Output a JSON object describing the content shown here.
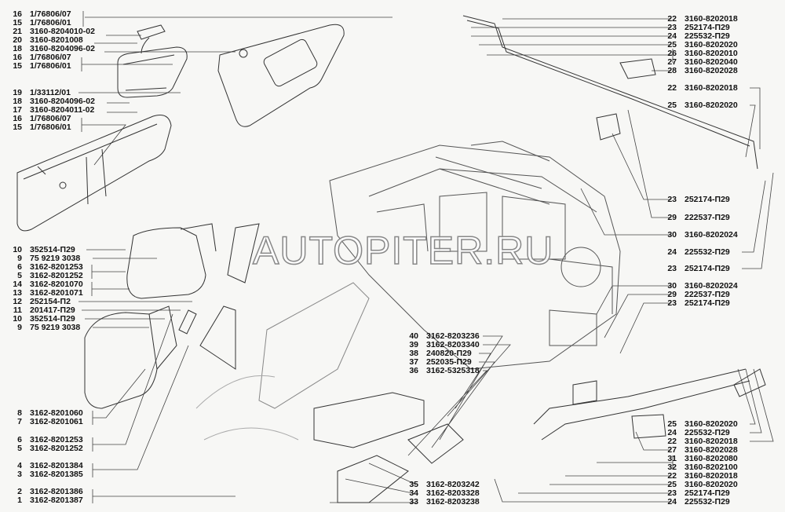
{
  "watermark": "AUTOPITER.RU",
  "callouts": {
    "left_top": [
      {
        "num": "16",
        "part": "1/76806/07"
      },
      {
        "num": "15",
        "part": "1/76806/01"
      },
      {
        "num": "21",
        "part": "3160-8204010-02"
      },
      {
        "num": "20",
        "part": "3160-8201008"
      },
      {
        "num": "18",
        "part": "3160-8204096-02"
      },
      {
        "num": "16",
        "part": "1/76806/07"
      },
      {
        "num": "15",
        "part": "1/76806/01"
      }
    ],
    "left_visor": [
      {
        "num": "19",
        "part": "1/33112/01"
      },
      {
        "num": "18",
        "part": "3160-8204096-02"
      },
      {
        "num": "17",
        "part": "3160-8204011-02"
      },
      {
        "num": "16",
        "part": "1/76806/07"
      },
      {
        "num": "15",
        "part": "1/76806/01"
      }
    ],
    "left_mirror": [
      {
        "num": "10",
        "part": "352514-П29"
      },
      {
        "num": "9",
        "part": "75 9219 3038"
      },
      {
        "num": "6",
        "part": "3162-8201253"
      },
      {
        "num": "5",
        "part": "3162-8201252"
      },
      {
        "num": "14",
        "part": "3162-8201070"
      },
      {
        "num": "13",
        "part": "3162-8201071"
      },
      {
        "num": "12",
        "part": "252154-П2"
      },
      {
        "num": "11",
        "part": "201417-П29"
      },
      {
        "num": "10",
        "part": "352514-П29"
      },
      {
        "num": "9",
        "part": "75 9219 3038"
      }
    ],
    "left_bottom_a": [
      {
        "num": "8",
        "part": "3162-8201060"
      },
      {
        "num": "7",
        "part": "3162-8201061"
      }
    ],
    "left_bottom_b": [
      {
        "num": "6",
        "part": "3162-8201253"
      },
      {
        "num": "5",
        "part": "3162-8201252"
      }
    ],
    "left_bottom_c": [
      {
        "num": "4",
        "part": "3162-8201384"
      },
      {
        "num": "3",
        "part": "3162-8201385"
      }
    ],
    "left_bottom_d": [
      {
        "num": "2",
        "part": "3162-8201386"
      },
      {
        "num": "1",
        "part": "3162-8201387"
      }
    ],
    "right_top": [
      {
        "num": "22",
        "part": "3160-8202018"
      },
      {
        "num": "23",
        "part": "252174-П29"
      },
      {
        "num": "24",
        "part": "225532-П29"
      },
      {
        "num": "25",
        "part": "3160-8202020"
      },
      {
        "num": "26",
        "part": "3160-8202010"
      },
      {
        "num": "27",
        "part": "3160-8202040"
      },
      {
        "num": "28",
        "part": "3160-8202028"
      }
    ],
    "right_r1": [
      {
        "num": "22",
        "part": "3160-8202018"
      }
    ],
    "right_r2": [
      {
        "num": "25",
        "part": "3160-8202020"
      }
    ],
    "right_mid1": [
      {
        "num": "23",
        "part": "252174-П29"
      }
    ],
    "right_mid2": [
      {
        "num": "29",
        "part": "222537-П29"
      }
    ],
    "right_mid3": [
      {
        "num": "30",
        "part": "3160-8202024"
      }
    ],
    "right_mid4": [
      {
        "num": "24",
        "part": "225532-П29"
      }
    ],
    "right_mid5": [
      {
        "num": "23",
        "part": "252174-П29"
      }
    ],
    "right_mid6": [
      {
        "num": "30",
        "part": "3160-8202024"
      },
      {
        "num": "29",
        "part": "222537-П29"
      },
      {
        "num": "23",
        "part": "252174-П29"
      }
    ],
    "right_bottom": [
      {
        "num": "25",
        "part": "3160-8202020"
      },
      {
        "num": "24",
        "part": "225532-П29"
      },
      {
        "num": "22",
        "part": "3160-8202018"
      },
      {
        "num": "27",
        "part": "3160-8202028"
      },
      {
        "num": "31",
        "part": "3160-8202080"
      },
      {
        "num": "32",
        "part": "3160-8202100"
      },
      {
        "num": "22",
        "part": "3160-8202018"
      },
      {
        "num": "25",
        "part": "3160-8202020"
      },
      {
        "num": "23",
        "part": "252174-П29"
      },
      {
        "num": "24",
        "part": "225532-П29"
      }
    ],
    "center_console": [
      {
        "num": "40",
        "part": "3162-8203236"
      },
      {
        "num": "39",
        "part": "3162-8203340"
      },
      {
        "num": "38",
        "part": "240820-П29"
      },
      {
        "num": "37",
        "part": "252035-П29"
      },
      {
        "num": "36",
        "part": "3162-5325318"
      }
    ],
    "center_bottom": [
      {
        "num": "35",
        "part": "3162-8203242"
      },
      {
        "num": "34",
        "part": "3162-8203328"
      },
      {
        "num": "33",
        "part": "3162-8203238"
      }
    ]
  }
}
